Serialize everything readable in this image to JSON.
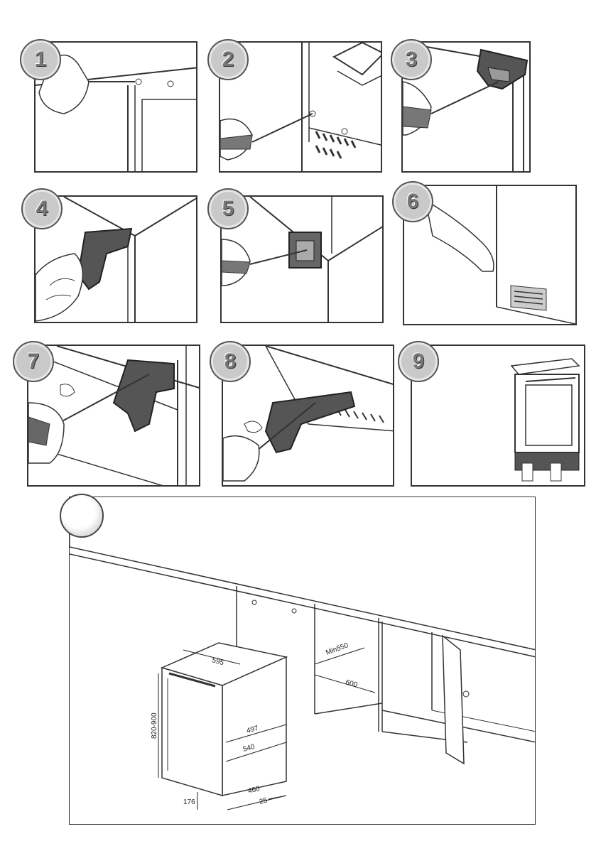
{
  "steps": [
    {
      "number": "1"
    },
    {
      "number": "2"
    },
    {
      "number": "3"
    },
    {
      "number": "4"
    },
    {
      "number": "5"
    },
    {
      "number": "6"
    },
    {
      "number": "7"
    },
    {
      "number": "8"
    },
    {
      "number": "9"
    }
  ],
  "installation": {
    "dimensions": {
      "width": "595",
      "min_depth": "Min550",
      "depth_600": "600",
      "height_range": "820-900",
      "d497": "497",
      "d540": "540",
      "d460": "460",
      "d176": "176",
      "d25": "25"
    }
  }
}
